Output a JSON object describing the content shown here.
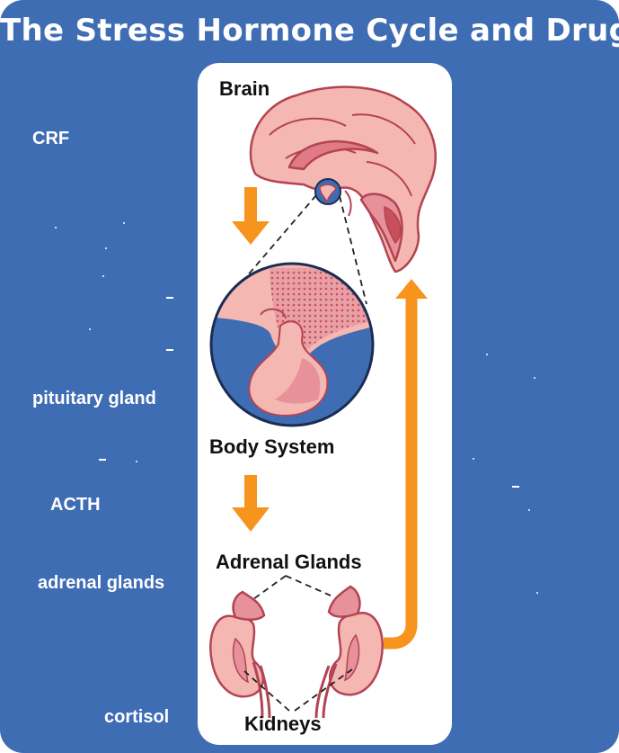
{
  "title": "The Stress Hormone Cycle and Drugs",
  "side_labels": {
    "crf": "CRF",
    "pituitary": "pituitary gland",
    "acth": "ACTH",
    "adrenal": "adrenal glands",
    "cortisol": "cortisol"
  },
  "panel_labels": {
    "brain": "Brain",
    "body_system": "Body System",
    "adrenal_glands": "Adrenal Glands",
    "kidneys": "Kidneys"
  },
  "colors": {
    "background_blue": "#3f6db3",
    "arrow_orange": "#f7941d",
    "tissue_pink": "#f5b7b1",
    "tissue_dark": "#c94f5c",
    "panel_white": "#ffffff"
  }
}
